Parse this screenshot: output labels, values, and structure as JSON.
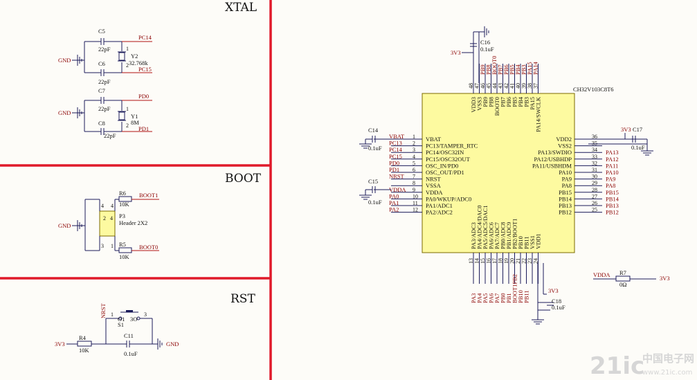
{
  "sections": {
    "xtal": "XTAL",
    "boot": "BOOT",
    "rst": "RST"
  },
  "xtal": {
    "c5": {
      "ref": "C5",
      "val": "22pF"
    },
    "c6": {
      "ref": "C6",
      "val": "22pF"
    },
    "c7": {
      "ref": "C7",
      "val": "22pF"
    },
    "c8": {
      "ref": "C8",
      "val": "22pF"
    },
    "y2": {
      "ref": "Y2",
      "val": "32.768k"
    },
    "y1": {
      "ref": "Y1",
      "val": "8M"
    },
    "nets": {
      "pc14": "PC14",
      "pc15": "PC15",
      "pd0": "PD0",
      "pd1": "PD1"
    },
    "gnd": "GND",
    "pin1": "1",
    "pin2": "2"
  },
  "boot": {
    "r6": {
      "ref": "R6",
      "val": "10K"
    },
    "r5": {
      "ref": "R5",
      "val": "10K"
    },
    "p3": {
      "ref": "P3",
      "val": "Header 2X2"
    },
    "net_boot1": "BOOT1",
    "net_boot0": "BOOT0",
    "gnd": "GND",
    "pins": [
      "1",
      "2",
      "3",
      "4"
    ]
  },
  "rst": {
    "s1": "S1",
    "r4": {
      "ref": "R4",
      "val": "10K"
    },
    "c11": {
      "ref": "C11",
      "val": "0.1uF"
    },
    "nrst": "NRST",
    "v33": "3V3",
    "gnd": "GND",
    "p1": "1",
    "p3": "3",
    "o1": "O1",
    "o3": "3O"
  },
  "mcu": {
    "name": "CH32V103C8T6",
    "left_pins": [
      {
        "num": "1",
        "name": "VBAT",
        "net": "VBAT"
      },
      {
        "num": "2",
        "name": "PC13/TAMPER_RTC",
        "net": "PC13"
      },
      {
        "num": "3",
        "name": "PC14/OSC32IN",
        "net": "PC14"
      },
      {
        "num": "4",
        "name": "PC15/OSC32OUT",
        "net": "PC15"
      },
      {
        "num": "5",
        "name": "OSC_IN/PD0",
        "net": "PD0"
      },
      {
        "num": "6",
        "name": "OSC_OUT/PD1",
        "net": "PD1"
      },
      {
        "num": "7",
        "name": "NRST",
        "net": "NRST"
      },
      {
        "num": "8",
        "name": "VSSA",
        "net": ""
      },
      {
        "num": "9",
        "name": "VDDA",
        "net": "VDDA"
      },
      {
        "num": "10",
        "name": "PA0/WKUP/ADC0",
        "net": "PA0"
      },
      {
        "num": "11",
        "name": "PA1/ADC1",
        "net": "PA1"
      },
      {
        "num": "12",
        "name": "PA2/ADC2",
        "net": "PA2"
      }
    ],
    "right_pins": [
      {
        "num": "36",
        "name": "VDD2",
        "net": ""
      },
      {
        "num": "35",
        "name": "VSS2",
        "net": ""
      },
      {
        "num": "34",
        "name": "PA13/SWDIO",
        "net": "PA13"
      },
      {
        "num": "33",
        "name": "PA12/USBHDP",
        "net": "PA12"
      },
      {
        "num": "32",
        "name": "PA11/USBHDM",
        "net": "PA11"
      },
      {
        "num": "31",
        "name": "PA10",
        "net": "PA10"
      },
      {
        "num": "30",
        "name": "PA9",
        "net": "PA9"
      },
      {
        "num": "29",
        "name": "PA8",
        "net": "PA8"
      },
      {
        "num": "28",
        "name": "PB15",
        "net": "PB15"
      },
      {
        "num": "27",
        "name": "PB14",
        "net": "PB14"
      },
      {
        "num": "26",
        "name": "PB13",
        "net": "PB13"
      },
      {
        "num": "25",
        "name": "PB12",
        "net": "PB12"
      }
    ],
    "top_pins": [
      {
        "num": "48",
        "name": "VDD3",
        "net": ""
      },
      {
        "num": "47",
        "name": "VSS3",
        "net": ""
      },
      {
        "num": "46",
        "name": "PB9",
        "net": "PB9"
      },
      {
        "num": "45",
        "name": "PB8",
        "net": "PB8"
      },
      {
        "num": "44",
        "name": "BOOT0",
        "net": "BOOT0"
      },
      {
        "num": "43",
        "name": "PB7",
        "net": "PB7"
      },
      {
        "num": "42",
        "name": "PB6",
        "net": "PB6"
      },
      {
        "num": "41",
        "name": "PB5",
        "net": "PB5"
      },
      {
        "num": "40",
        "name": "PB4",
        "net": "PB4"
      },
      {
        "num": "39",
        "name": "PB3",
        "net": "PB3"
      },
      {
        "num": "38",
        "name": "PA15",
        "net": "PA15"
      },
      {
        "num": "37",
        "name": "PA14/SWCLK",
        "net": "PA14"
      }
    ],
    "bottom_pins": [
      {
        "num": "13",
        "name": "PA3/ADC3",
        "net": "PA3"
      },
      {
        "num": "14",
        "name": "PA4/ADC4/DAC0",
        "net": "PA4"
      },
      {
        "num": "15",
        "name": "PA5/ADC5/DAC1",
        "net": "PA5"
      },
      {
        "num": "16",
        "name": "PA6/ADC6",
        "net": "PA6"
      },
      {
        "num": "17",
        "name": "PA7/ADC7",
        "net": "PA7"
      },
      {
        "num": "18",
        "name": "PB0/ADC8",
        "net": "PB0"
      },
      {
        "num": "19",
        "name": "PB1/ADC9",
        "net": "PB1"
      },
      {
        "num": "20",
        "name": "PB2/BOOT1",
        "net": "BOOT1PB2"
      },
      {
        "num": "21",
        "name": "PB10",
        "net": "PB10"
      },
      {
        "num": "22",
        "name": "PB11",
        "net": "PB11"
      },
      {
        "num": "23",
        "name": "VSS1",
        "net": ""
      },
      {
        "num": "24",
        "name": "VDD1",
        "net": ""
      }
    ]
  },
  "power": {
    "c14": {
      "ref": "C14",
      "val": "0.1uF"
    },
    "c15": {
      "ref": "C15",
      "val": "0.1uF"
    },
    "c16": {
      "ref": "C16",
      "val": "0.1uF"
    },
    "c17": {
      "ref": "C17",
      "val": "0.1uF"
    },
    "c18": {
      "ref": "C18",
      "val": "0.1uF"
    },
    "r7": {
      "ref": "R7",
      "val": "0Ω"
    },
    "vdda": "VDDA",
    "v33": "3V3",
    "v33_top": "3V3",
    "v33_right": "3V3",
    "v33_bottom": "3V3",
    "v33_r7": "3V3"
  },
  "watermark": {
    "brand": "21ic",
    "cn": "中国电子网",
    "url": "www.21ic.com"
  },
  "colors": {
    "divider": "#e01a2a",
    "chip_fill": "#fdfaa0",
    "net": "#8b0000",
    "wire": "#1a1a5a"
  }
}
